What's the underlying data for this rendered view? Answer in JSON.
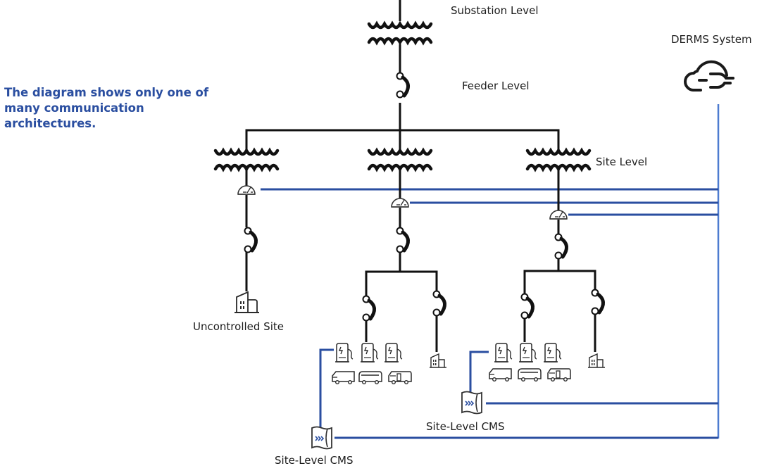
{
  "note": "The diagram shows only one of many communication architectures.",
  "labels": {
    "substation": "Substation Level",
    "feeder": "Feeder Level",
    "site": "Site Level",
    "derms": "DERMS System",
    "uncontrolled_site": "Uncontrolled Site",
    "cms_1": "Site-Level CMS",
    "cms_2": "Site-Level CMS"
  },
  "colors": {
    "power_line": "#111111",
    "comm_line": "#2a4ea0",
    "note_text": "#2a4ea0"
  },
  "icons": [
    "transformer-icon",
    "switch-icon",
    "meter-icon",
    "building-icon",
    "ev-charger-icon",
    "van-icon",
    "bus-icon",
    "cloud-icon",
    "cms-controller-icon"
  ]
}
